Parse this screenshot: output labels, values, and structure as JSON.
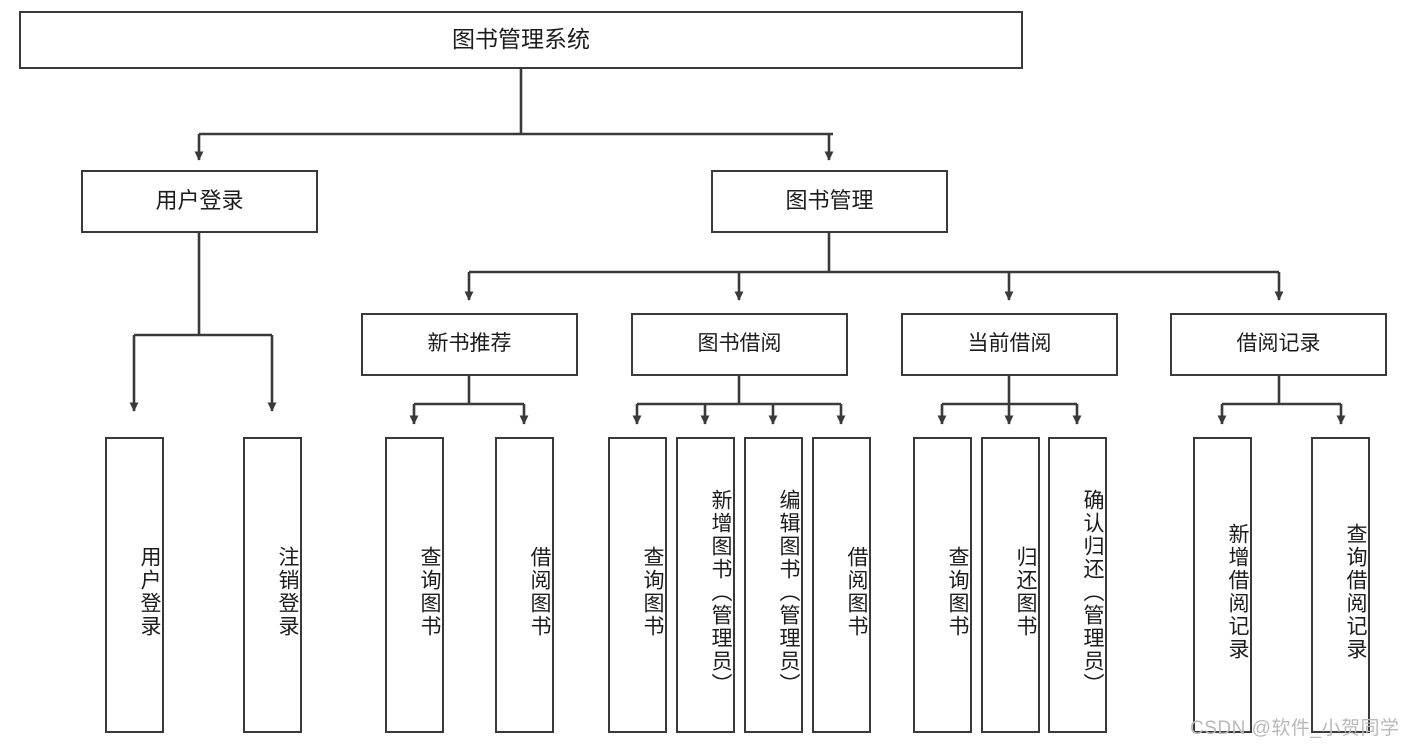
{
  "diagram": {
    "type": "tree",
    "title": "图书管理系统",
    "watermark": "CSDN @软件_小贺同学",
    "colors": {
      "box_border": "#3a3a3a",
      "box_fill": "#ffffff",
      "edge": "#3a3a3a",
      "text": "#1c1c1c",
      "watermark": "#b9b9b9",
      "background": "#ffffff"
    },
    "root": {
      "label": "图书管理系统"
    },
    "level2": [
      {
        "label": "用户登录"
      },
      {
        "label": "图书管理"
      }
    ],
    "level3": [
      {
        "label": "新书推荐"
      },
      {
        "label": "图书借阅"
      },
      {
        "label": "当前借阅"
      },
      {
        "label": "借阅记录"
      }
    ],
    "leaves": {
      "user_login": [
        {
          "label": "用户登录"
        },
        {
          "label": "注销登录"
        }
      ],
      "new_book_recommend": [
        {
          "label": "查询图书"
        },
        {
          "label": "借阅图书"
        }
      ],
      "book_borrow": [
        {
          "label": "查询图书"
        },
        {
          "label": "新增图书（管理员）"
        },
        {
          "label": "编辑图书（管理员）"
        },
        {
          "label": "借阅图书"
        }
      ],
      "current_borrow": [
        {
          "label": "查询图书"
        },
        {
          "label": "归还图书"
        },
        {
          "label": "确认归还（管理员）"
        }
      ],
      "borrow_record": [
        {
          "label": "新增借阅记录"
        },
        {
          "label": "查询借阅记录"
        }
      ]
    }
  }
}
